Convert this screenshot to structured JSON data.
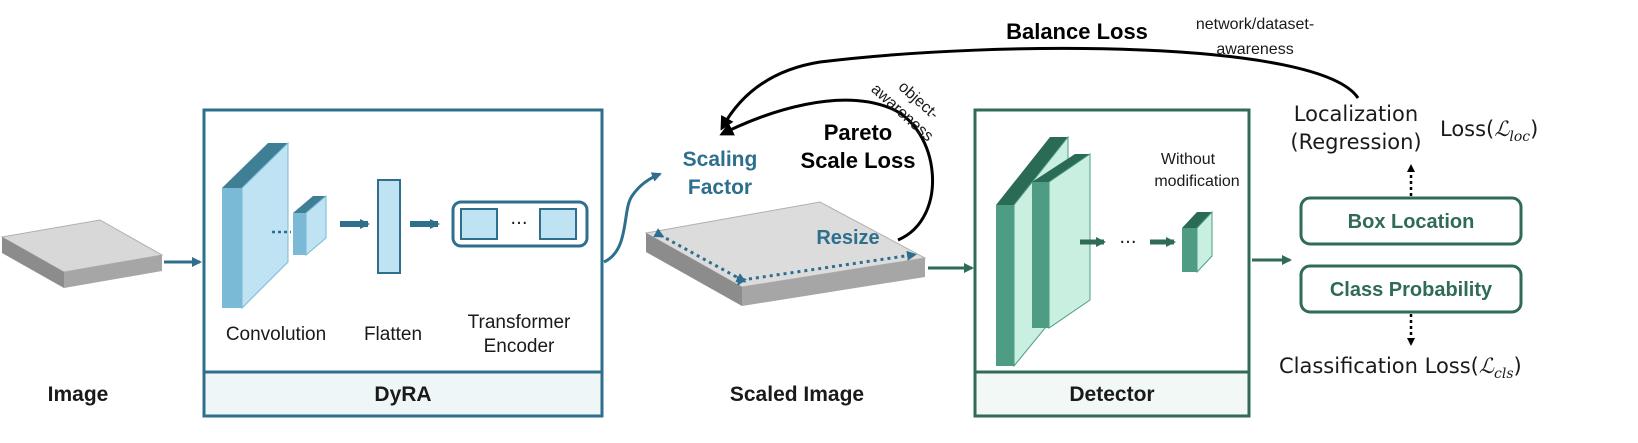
{
  "input": {
    "label": "Image"
  },
  "dyra": {
    "title": "DyRA",
    "stages": [
      "Convolution",
      "Flatten",
      "Transformer",
      "Encoder"
    ],
    "ellipsis": "···"
  },
  "scaling_factor": {
    "line1": "Scaling",
    "line2": "Factor"
  },
  "scaled": {
    "label": "Scaled Image",
    "resize": "Resize"
  },
  "pareto": {
    "line1": "Pareto",
    "line2": "Scale Loss",
    "awareness1": "object-",
    "awareness2": "awareness"
  },
  "balance": {
    "label": "Balance Loss",
    "awareness1": "network/dataset-",
    "awareness2": "awareness"
  },
  "detector": {
    "title": "Detector",
    "note1": "Without",
    "note2": "modification",
    "ellipsis": "···"
  },
  "outputs": {
    "box_location": "Box Location",
    "class_probability": "Class Probability",
    "loc_line1": "Localization",
    "loc_line2": "(Regression)",
    "loss_loc_prefix": "Loss(",
    "loss_loc_symbol": "ℒ",
    "loss_loc_sub": "loc",
    "loss_close": ")",
    "cls_prefix": "Classification Loss(",
    "loss_cls_symbol": "ℒ",
    "loss_cls_sub": "cls"
  },
  "colors": {
    "dyra": "#2e6f8e",
    "detector": "#2f6b55",
    "light_blue": "#bfe3f2",
    "mid_blue": "#7bbad6",
    "dark_blue": "#3f7f96",
    "light_green": "#c9efe1",
    "mid_green": "#4e9c83",
    "dark_green": "#2b6a55"
  }
}
